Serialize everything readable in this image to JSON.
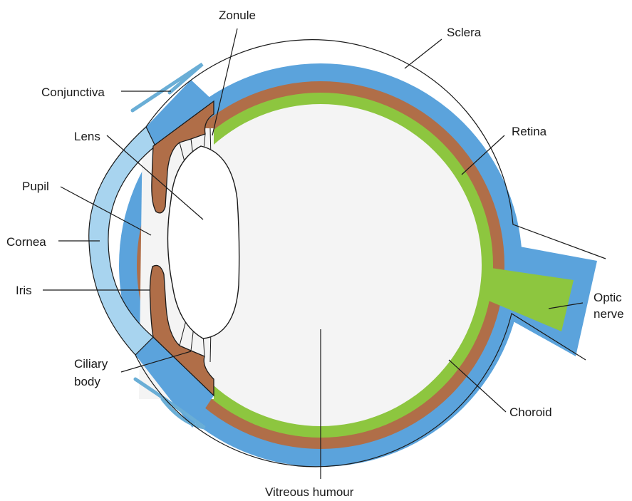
{
  "labels": {
    "zonule": "Zonule",
    "sclera": "Sclera",
    "conjunctiva": "Conjunctiva",
    "lens": "Lens",
    "retina": "Retina",
    "pupil": "Pupil",
    "cornea": "Cornea",
    "iris": "Iris",
    "optic_nerve_line1": "Optic",
    "optic_nerve_line2": "nerve",
    "ciliary_body_line1": "Ciliary",
    "ciliary_body_line2": "body",
    "choroid": "Choroid",
    "vitreous_humour": "Vitreous humour"
  },
  "colors": {
    "sclera": "#5ba3dc",
    "cornea": "#a8d4ef",
    "choroid": "#b06e48",
    "retina": "#8dc63f",
    "interior": "#f4f4f4",
    "lens": "#ffffff",
    "conjunctiva": "#6aaed6"
  }
}
